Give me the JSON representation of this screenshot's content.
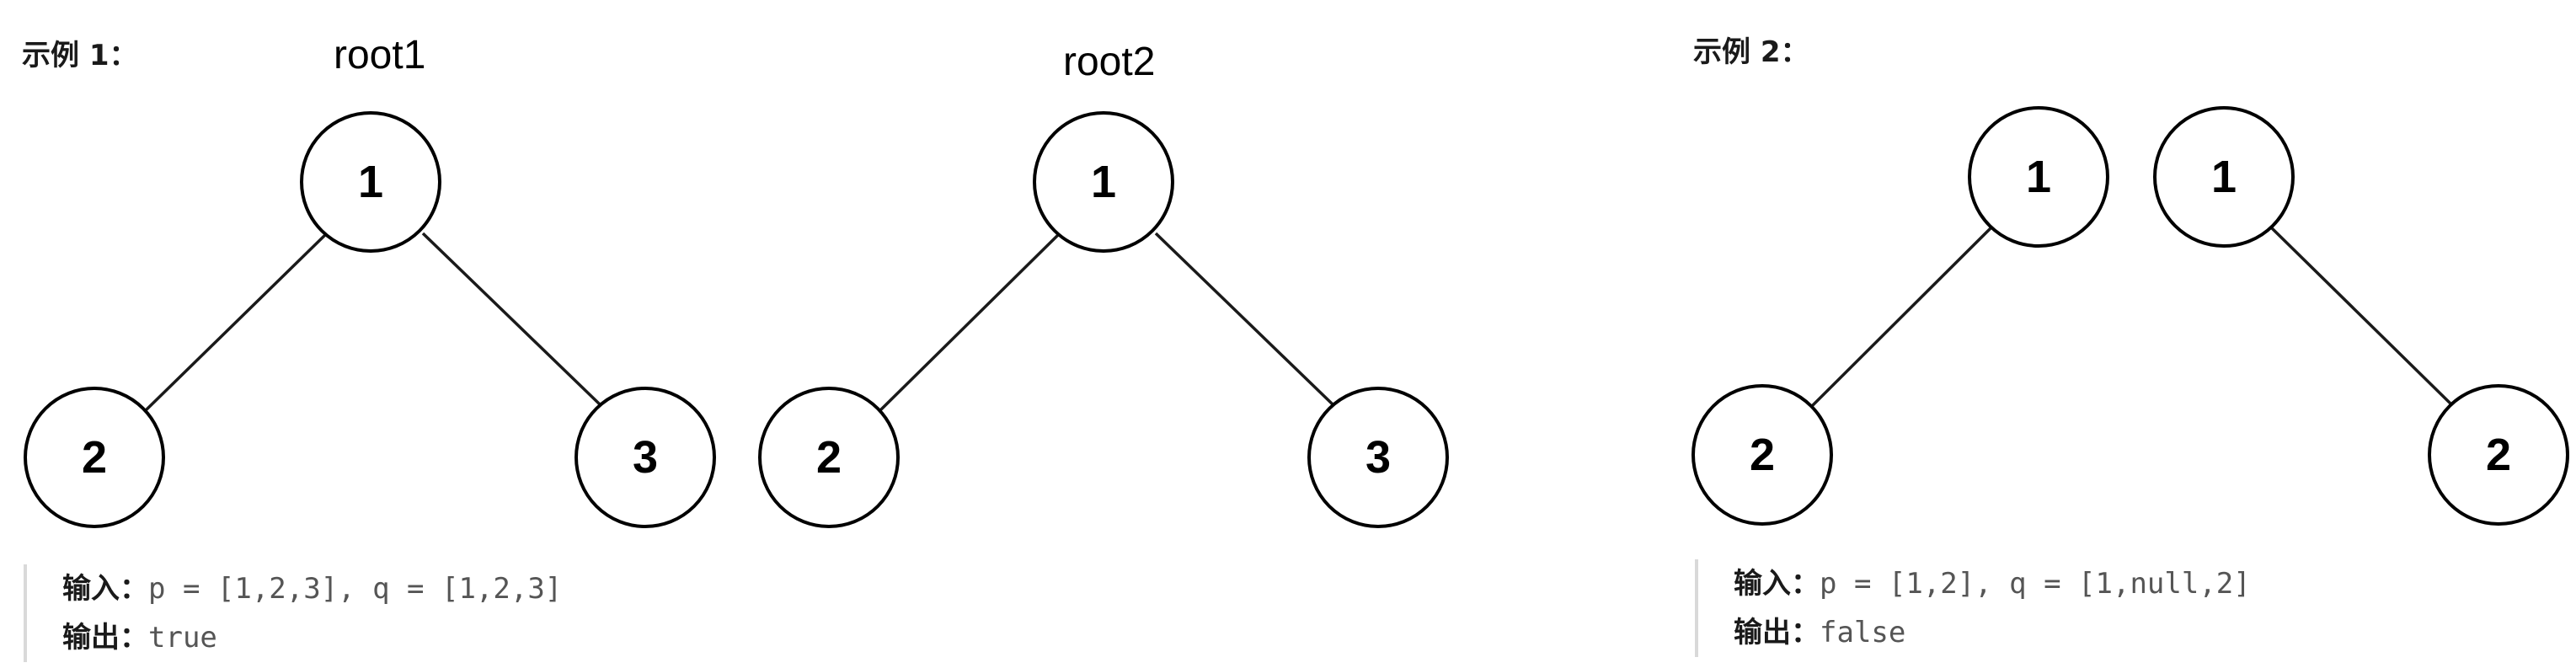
{
  "example1": {
    "heading": "示例 1：",
    "tree_labels": [
      "root1",
      "root2"
    ],
    "input_label": "输入：",
    "input_value": "p = [1,2,3], q = [1,2,3]",
    "output_label": "输出：",
    "output_value": "true"
  },
  "example2": {
    "heading": "示例 2：",
    "input_label": "输入：",
    "input_value": "p = [1,2], q = [1,null,2]",
    "output_label": "输出：",
    "output_value": "false"
  },
  "trees": [
    {
      "name": "example1-root1",
      "nodes": [
        "1",
        "2",
        "3"
      ]
    },
    {
      "name": "example1-root2",
      "nodes": [
        "1",
        "2",
        "3"
      ]
    },
    {
      "name": "example2-p",
      "nodes": [
        "1",
        "2"
      ]
    },
    {
      "name": "example2-q",
      "nodes": [
        "1",
        "2"
      ]
    }
  ]
}
